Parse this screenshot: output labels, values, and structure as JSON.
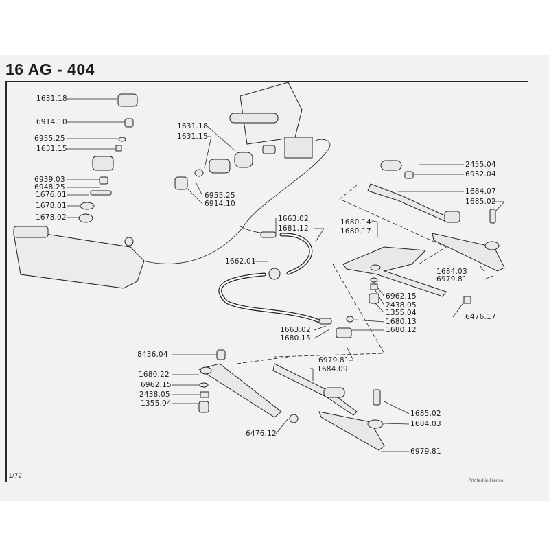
{
  "header": {
    "title": "16 AG - 404"
  },
  "footer": {
    "page": "1/72",
    "printed": "Printed in France"
  },
  "parts": {
    "left": [
      "1631.18",
      "6914.10",
      "6955.25",
      "1631.15",
      "6939.03",
      "6948.25",
      "1676.01",
      "1678.01",
      "1678.02"
    ],
    "center_top": [
      "1631.18",
      "1631.15",
      "6955.25",
      "6914.10"
    ],
    "cable": [
      "1663.02",
      "1681.12",
      "1662.01",
      "1663.02",
      "1680.15"
    ],
    "right_top": [
      "2455.04",
      "6932.04",
      "1684.07",
      "1685.02",
      "1684.03",
      "6979.81"
    ],
    "center_mid": [
      "1680.14*",
      "1680.17",
      "6962.15",
      "2438.05",
      "1355.04",
      "1680.13",
      "1680.12",
      "6476.17",
      "6979.81"
    ],
    "bottom_left": [
      "8436.04",
      "1680.22",
      "6962.15",
      "2438.05",
      "1355.04",
      "6476.12"
    ],
    "bottom_right": [
      "1684.09",
      "1685.02",
      "1684.03",
      "6979.81"
    ]
  }
}
